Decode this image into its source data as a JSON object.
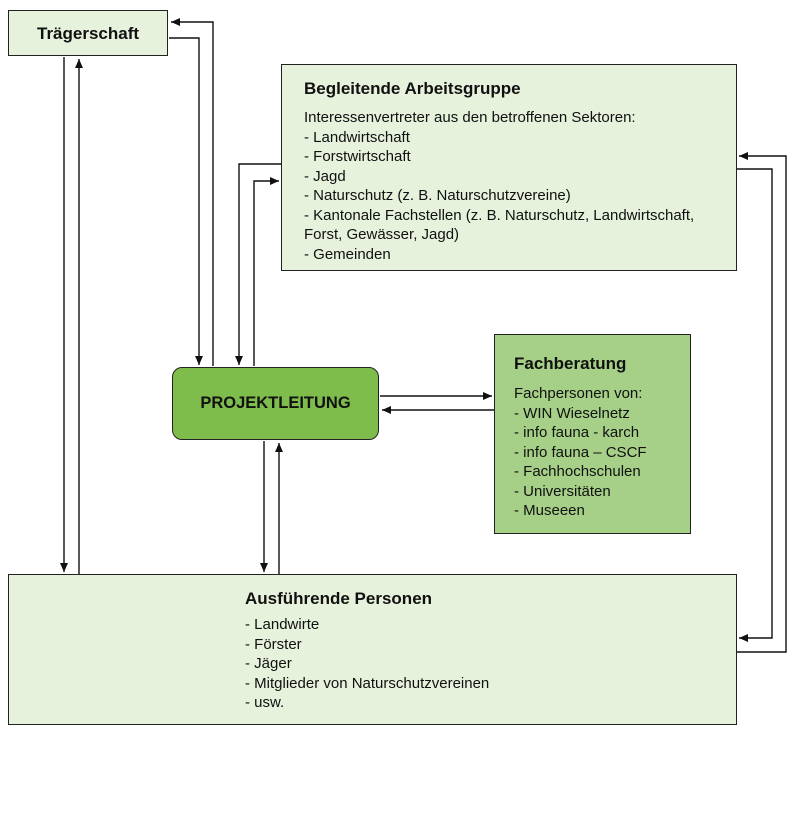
{
  "traegerschaft": {
    "title": "Trägerschaft"
  },
  "begleitende_arbeitsgruppe": {
    "title": "Begleitende Arbeitsgruppe",
    "lines": [
      "Interessenvertreter aus den betroffenen Sektoren:",
      "- Landwirtschaft",
      "- Forstwirtschaft",
      "- Jagd",
      "- Naturschutz (z. B. Naturschutzvereine)",
      "- Kantonale Fachstellen (z. B. Naturschutz, Landwirtschaft,",
      "Forst, Gewässer, Jagd)",
      "- Gemeinden"
    ]
  },
  "projektleitung": {
    "title": "PROJEKTLEITUNG"
  },
  "fachberatung": {
    "title": "Fachberatung",
    "lines": [
      "Fachpersonen von:",
      "- WIN Wieselnetz",
      "- info fauna - karch",
      "- info fauna – CSCF",
      "- Fachhochschulen",
      "- Universitäten",
      "- Museeen"
    ]
  },
  "ausfuehrende_personen": {
    "title": "Ausführende Personen",
    "lines": [
      "- Landwirte",
      "- Förster",
      "- Jäger",
      "- Mitglieder von Naturschutzvereinen",
      "- usw."
    ]
  },
  "colors": {
    "box_light": "#e6f2dc",
    "projektleitung_fill": "#7ebc4c",
    "fachberatung_fill": "#a6d087",
    "border": "#222222"
  }
}
